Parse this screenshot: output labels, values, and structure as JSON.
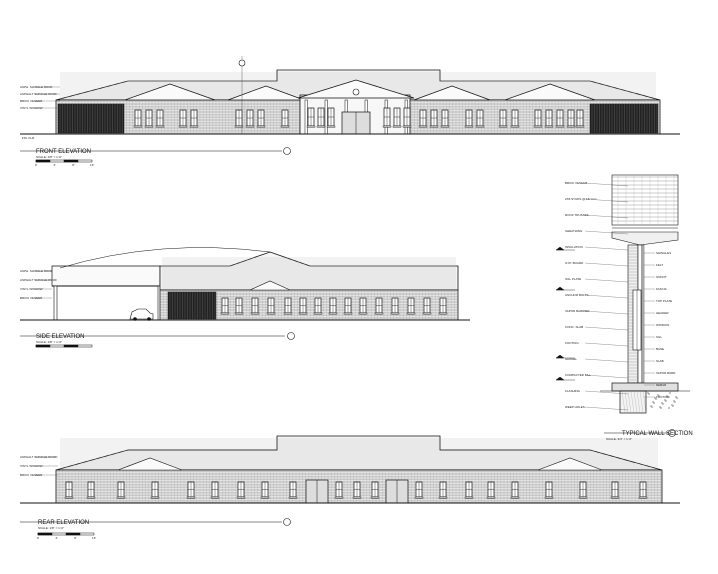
{
  "sheet": {
    "front": {
      "title": "FRONT ELEVATION",
      "scale": "SCALE: 1/8\" = 1'-0\"",
      "scale_ticks": [
        "0'",
        "4'",
        "8'",
        "16'"
      ],
      "notes": [
        "ASPH. SHINGLE ROOF",
        "ASPHALT SHINGLE ROOF",
        "BRICK VENEER",
        "VINYL WINDOW"
      ]
    },
    "side": {
      "title": "SIDE ELEVATION",
      "scale": "SCALE: 1/8\" = 1'-0\"",
      "notes": [
        "ASPH. SHINGLE ROOF",
        "ASPHALT SHINGLE ROOF",
        "VINYL WINDOW",
        "BRICK VENEER"
      ]
    },
    "rear": {
      "title": "REAR ELEVATION",
      "scale": "SCALE: 1/8\" = 1'-0\"",
      "scale_ticks": [
        "0'",
        "4'",
        "8'",
        "16'"
      ],
      "notes": [
        "ASPHALT SHINGLE ROOF",
        "VINYL WINDOW",
        "BRICK VENEER"
      ]
    },
    "section": {
      "title": "TYPICAL WALL SECTION",
      "scale": "SCALE: 3/4\" = 1'-0\"",
      "notes_left": [
        "BRICK VENEER",
        "2X6 STUDS @ 16\" O.C.",
        "ROOF TRUSSES",
        "SHEATHING",
        "INSULATION",
        "GYP. BOARD",
        "SILL PLATE",
        "ANCHOR BOLTS",
        "VAPOR BARRIER",
        "CONC. SLAB",
        "FOOTING",
        "GRAVEL",
        "COMPACTED FILL",
        "FLASHING",
        "WEEP HOLES"
      ],
      "notes_right": [
        "SHINGLES",
        "FELT",
        "SOFFIT",
        "FASCIA",
        "TOP PLATE",
        "HEADER",
        "WINDOW",
        "SILL",
        "BASE",
        "SLAB",
        "VAPOR BARR.",
        "REBAR",
        "FOOTING"
      ]
    }
  }
}
